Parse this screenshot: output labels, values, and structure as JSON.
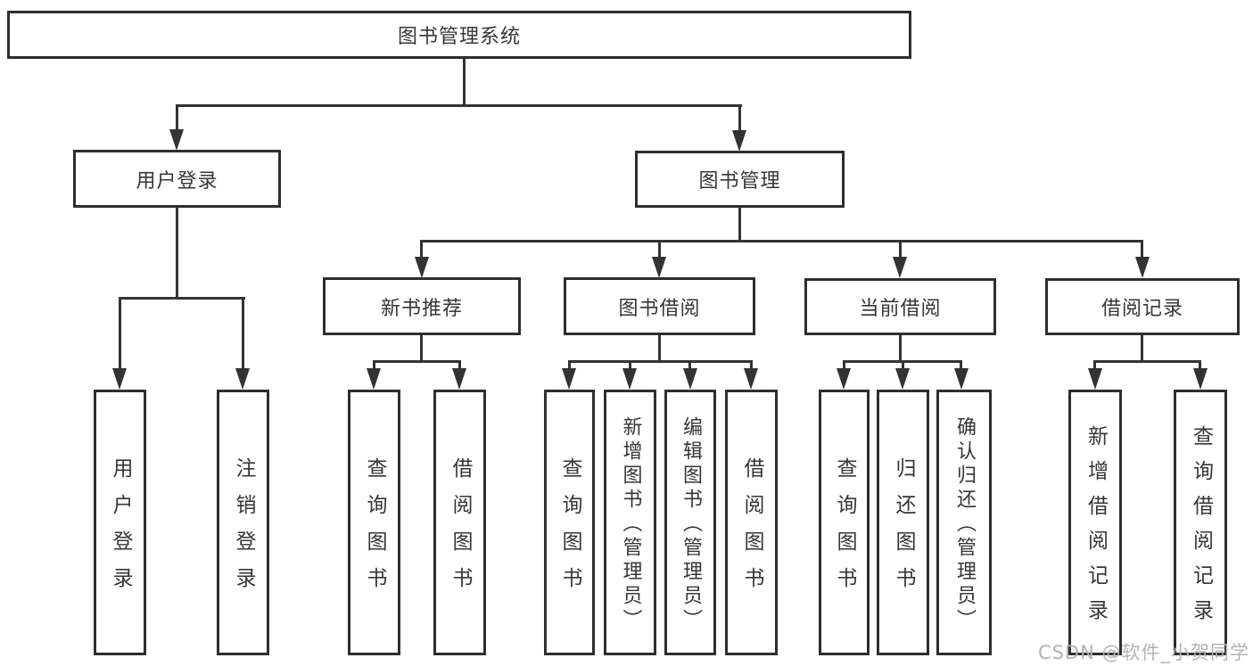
{
  "nodes": {
    "root": "图书管理系统",
    "level2": [
      "用户登录",
      "图书管理"
    ],
    "level3": [
      "新书推荐",
      "图书借阅",
      "当前借阅",
      "借阅记录"
    ],
    "leaves": [
      "用户登录",
      "注销登录",
      "查询图书",
      "借阅图书",
      "查询图书",
      "新增图书（管理员）",
      "编辑图书（管理员）",
      "借阅图书",
      "查询图书",
      "归还图书",
      "确认归还（管理员）",
      "新增借阅记录",
      "查询借阅记录"
    ]
  },
  "hierarchy": {
    "图书管理系统": [
      "用户登录",
      "图书管理"
    ],
    "用户登录": [
      "用户登录",
      "注销登录"
    ],
    "图书管理": [
      "新书推荐",
      "图书借阅",
      "当前借阅",
      "借阅记录"
    ],
    "新书推荐": [
      "查询图书",
      "借阅图书"
    ],
    "图书借阅": [
      "查询图书",
      "新增图书（管理员）",
      "编辑图书（管理员）",
      "借阅图书"
    ],
    "当前借阅": [
      "查询图书",
      "归还图书",
      "确认归还（管理员）"
    ],
    "借阅记录": [
      "新增借阅记录",
      "查询借阅记录"
    ]
  },
  "watermark": "CSDN @软件_小贺同学",
  "colors": {
    "line": "#333333",
    "border": "#2e2e2e",
    "box_bg": "#ffffff",
    "text": "#363636",
    "watermark": "#b3b3b3"
  }
}
